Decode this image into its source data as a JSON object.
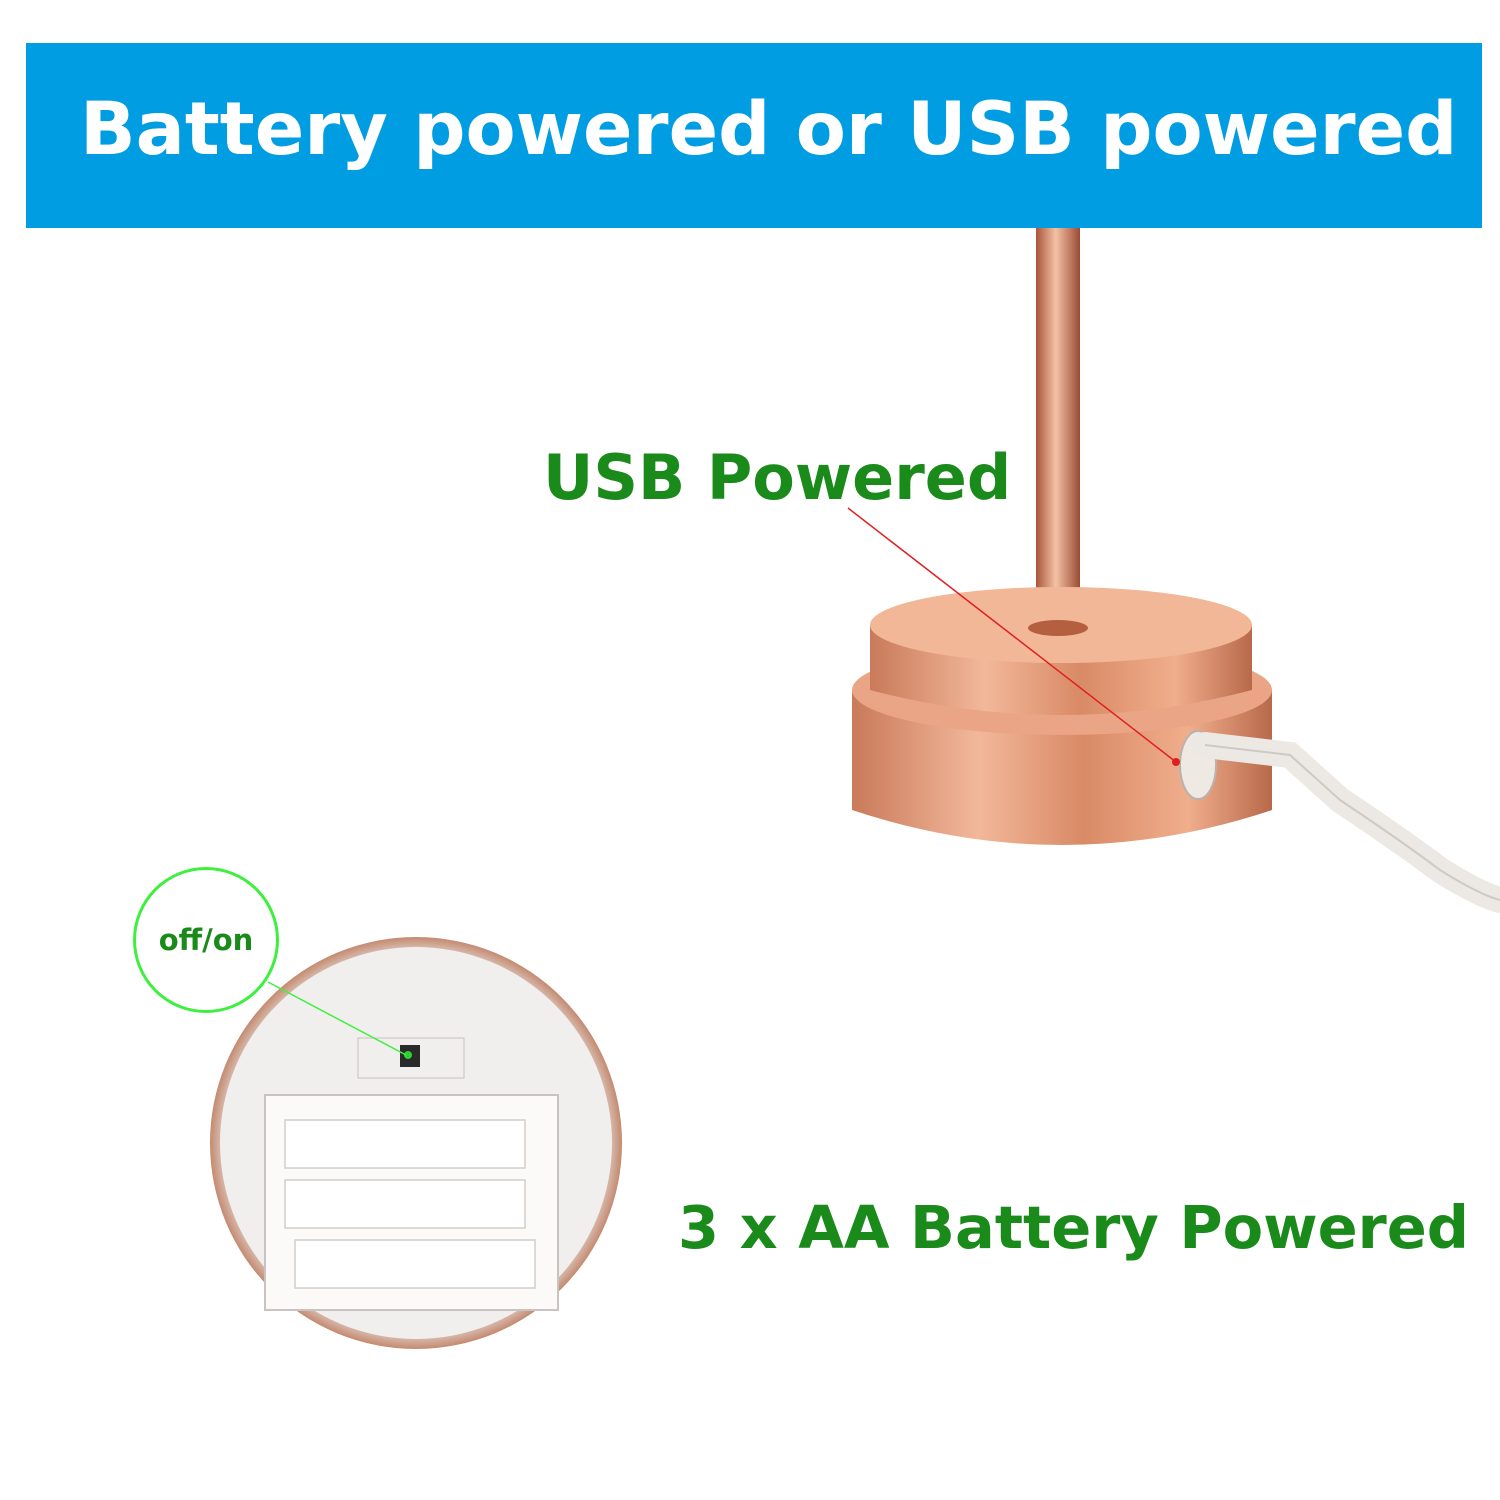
{
  "banner": {
    "title": "Battery powered or USB powered",
    "color": "#009de3"
  },
  "callouts": {
    "usb": "USB Powered",
    "battery": "3 x AA Battery Powered",
    "switch": "off/on",
    "text_color": "#1a8a1a",
    "switch_ring_color": "#3ef03e",
    "pointer_color": "#e02020"
  }
}
